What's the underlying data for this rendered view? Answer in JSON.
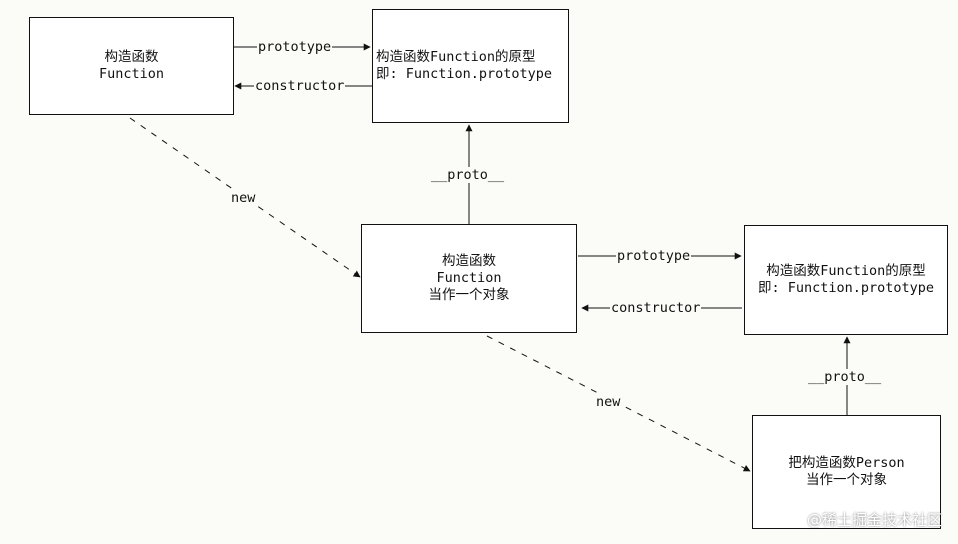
{
  "boxes": {
    "function_constructor": {
      "line1": "构造函数",
      "line2": "Function"
    },
    "function_prototype_top": {
      "line1": "构造函数Function的原型",
      "line2": "即: Function.prototype"
    },
    "function_as_object": {
      "line1": "构造函数",
      "line2": "Function",
      "line3": "当作一个对象"
    },
    "function_prototype_right": {
      "line1": "构造函数Function的原型",
      "line2": "即: Function.prototype"
    },
    "person_as_object": {
      "line1": "把构造函数Person",
      "line2": "当作一个对象"
    }
  },
  "edge_labels": {
    "prototype_top": "prototype",
    "constructor_top": "constructor",
    "proto_middle": "__proto__",
    "new_top": "new",
    "prototype_right": "prototype",
    "constructor_right": "constructor",
    "proto_bottom": "__proto__",
    "new_bottom": "new"
  },
  "watermark": "@稀土掘金技术社区",
  "colors": {
    "background": "#fbfbf7",
    "stroke": "#111111",
    "box_fill": "#ffffff"
  }
}
